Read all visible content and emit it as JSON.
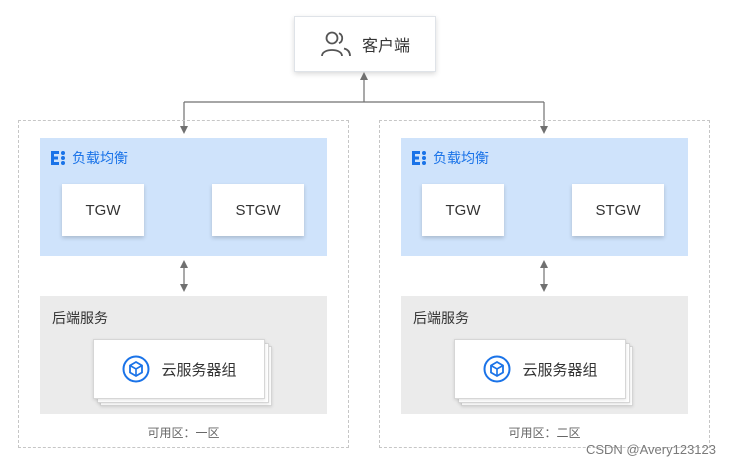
{
  "client": {
    "label": "客户端",
    "icon": "users-icon"
  },
  "zones": [
    {
      "zone_label": "可用区：一区",
      "load_balancer": {
        "title": "负载均衡",
        "icon": "load-balancer-icon",
        "nodes": [
          "TGW",
          "STGW"
        ]
      },
      "backend": {
        "title": "后端服务",
        "server_group_label": "云服务器组",
        "icon": "cvm-icon"
      }
    },
    {
      "zone_label": "可用区：二区",
      "load_balancer": {
        "title": "负载均衡",
        "icon": "load-balancer-icon",
        "nodes": [
          "TGW",
          "STGW"
        ]
      },
      "backend": {
        "title": "后端服务",
        "server_group_label": "云服务器组",
        "icon": "cvm-icon"
      }
    }
  ],
  "colors": {
    "load_balancer_bg": "#cfe3fb",
    "accent_blue": "#1a73e8",
    "backend_bg": "#ebebeb"
  },
  "watermark": "CSDN @Avery123123"
}
